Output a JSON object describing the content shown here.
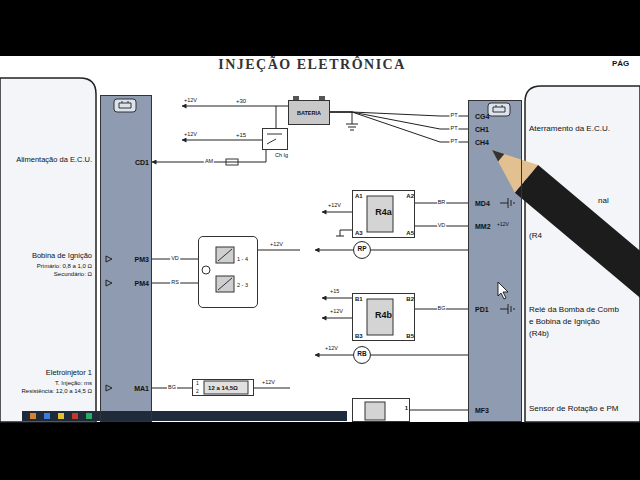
{
  "diagram": {
    "title": "INJEÇÃO ELETRÔNICA",
    "nodes": [
      {
        "text": [
          "BATERIA"
        ]
      },
      {
        "text": [
          "Ch Ig"
        ]
      },
      {
        "text": [
          "R4a",
          "A1",
          "A2",
          "A3",
          "A5"
        ]
      },
      {
        "text": [
          "RP"
        ]
      },
      {
        "text": [
          "1 - 4",
          "2 - 3"
        ]
      },
      {
        "text": [
          "R4b",
          "B1",
          "B2",
          "B3",
          "B5"
        ]
      },
      {
        "text": [
          "RB"
        ]
      },
      {
        "text": [
          "1",
          "2",
          "12 a 14,5Ω"
        ]
      },
      {
        "text": [
          "CD1",
          "PM3",
          "PM4",
          "MA1"
        ]
      },
      {
        "text": [
          "CG4",
          "CH1",
          "CH4",
          "MD4",
          "MM2",
          "PD1",
          "MF3"
        ]
      },
      {
        "text": [
          "1"
        ]
      }
    ],
    "edges": [
      {
        "from": 1,
        "to": 8,
        "arrow": "to",
        "label": "AM"
      },
      {
        "from": 0,
        "to": 1,
        "arrow": "none"
      },
      {
        "from": 0,
        "to": 9,
        "arrow": "none",
        "label": "PT"
      },
      {
        "from": 0,
        "to": 9,
        "arrow": "none",
        "label": "PT"
      },
      {
        "from": 0,
        "to": 9,
        "arrow": "none",
        "label": "PT"
      },
      {
        "from": 8,
        "to": 4,
        "arrow": "none",
        "label": "VD"
      },
      {
        "from": 8,
        "to": 4,
        "arrow": "none",
        "label": "RS"
      },
      {
        "from": 8,
        "to": 7,
        "arrow": "none",
        "label": "BG"
      },
      {
        "from": 2,
        "to": 9,
        "arrow": "none",
        "label": "BR"
      },
      {
        "from": 2,
        "to": 9,
        "arrow": "none",
        "label": "VD"
      },
      {
        "from": 9,
        "to": 3,
        "arrow": "none"
      },
      {
        "from": 5,
        "to": 9,
        "arrow": "none",
        "label": "BG"
      },
      {
        "from": 9,
        "to": 6,
        "arrow": "none"
      },
      {
        "from": 10,
        "to": 9,
        "arrow": "none"
      }
    ],
    "labels": [
      "PÁG",
      "Alimentação da E.C.U.",
      "Bobina de Ignição",
      "Primário: 0,8 a 1,0 Ω",
      "Secundário: Ω",
      "Eletroinjetor 1",
      "T. Injeção: ms",
      "Resistência: 12,0 a 14,5 Ω",
      "+30",
      "+12V",
      "+15",
      "+12V",
      "+12V",
      "+12V",
      "+15",
      "+12V",
      "+12V",
      "+12V",
      "+12V",
      "Aterramento da E.C.U.",
      "nal",
      "(R4",
      "Relé da Bomba de Comb",
      "e Bobina de Ignição",
      "(R4b)",
      "Sensor de Rotação e PM"
    ]
  }
}
